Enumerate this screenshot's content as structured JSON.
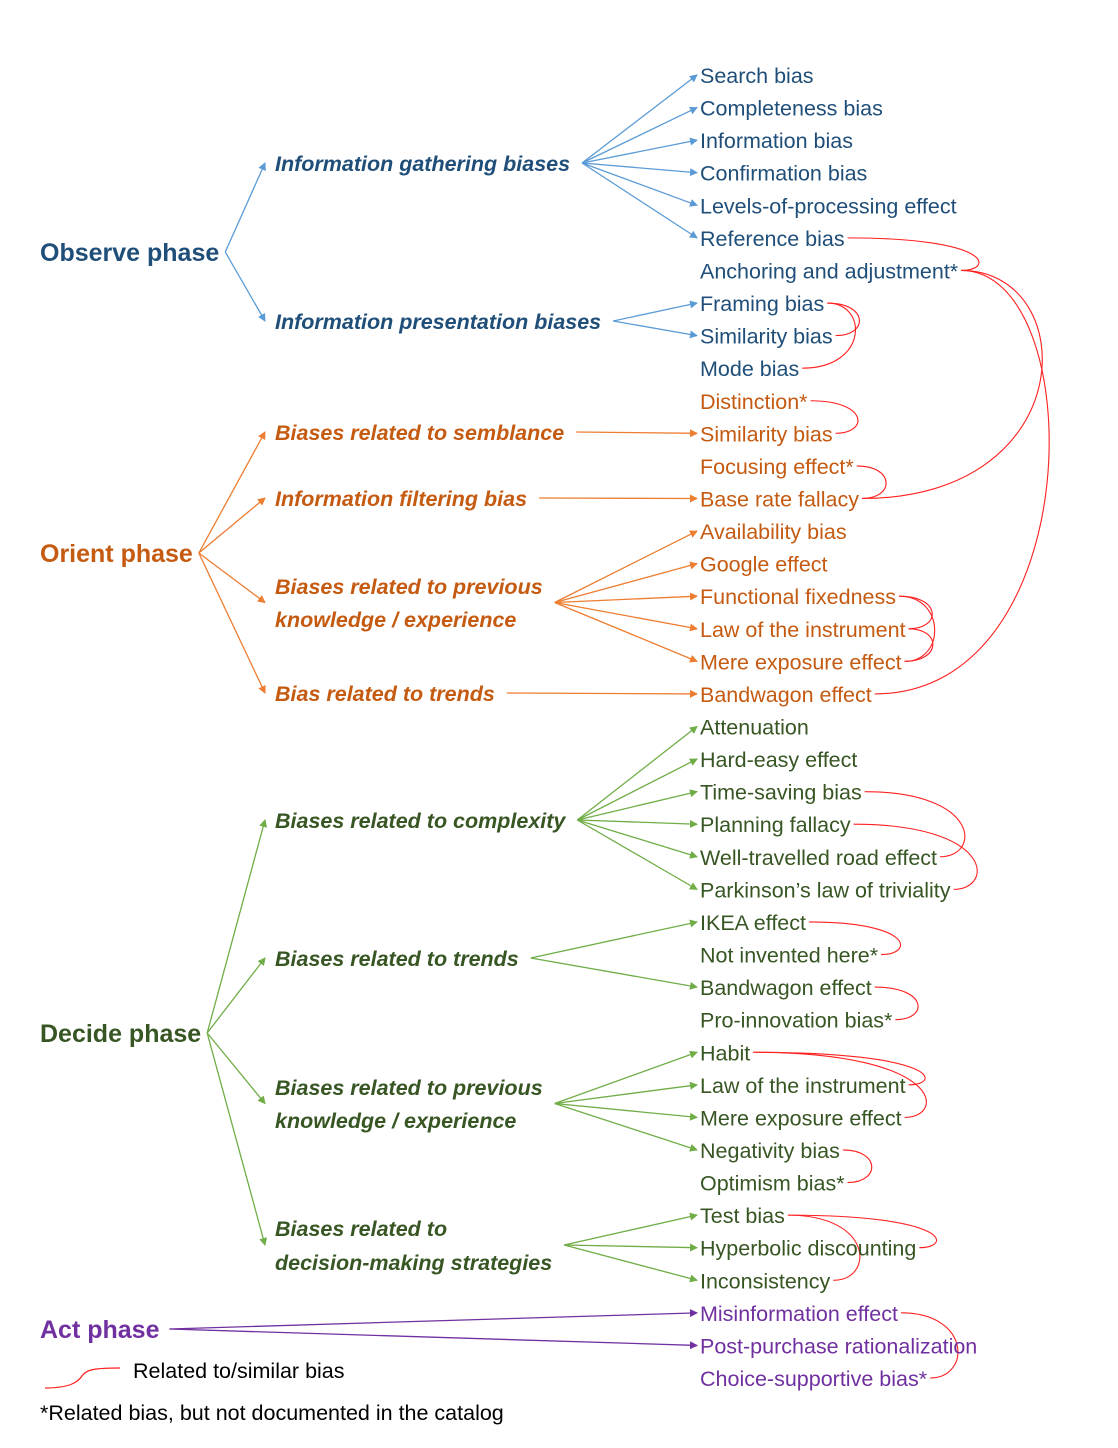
{
  "colors": {
    "relation": "#ff2020"
  },
  "phases": [
    {
      "name": "Observe phase",
      "color": "#1f4e79",
      "arrow_color": "#5b9bd5",
      "categories": [
        {
          "lines": [
            "Information gathering biases"
          ],
          "items": [
            {
              "label": "Search bias",
              "arrow": true
            },
            {
              "label": "Completeness bias",
              "arrow": true
            },
            {
              "label": "Information bias",
              "arrow": true
            },
            {
              "label": "Confirmation bias",
              "arrow": true
            },
            {
              "label": "Levels-of-processing effect",
              "arrow": true
            },
            {
              "label": "Reference bias",
              "arrow": true
            },
            {
              "label": "Anchoring and adjustment*",
              "arrow": false
            }
          ]
        },
        {
          "lines": [
            "Information presentation biases"
          ],
          "items": [
            {
              "label": "Framing bias",
              "arrow": true
            },
            {
              "label": "Similarity bias",
              "arrow": true
            },
            {
              "label": "Mode bias",
              "arrow": false
            }
          ]
        }
      ]
    },
    {
      "name": "Orient phase",
      "color": "#c55a11",
      "arrow_color": "#ed7d31",
      "categories": [
        {
          "lines": [
            "Biases related to semblance"
          ],
          "items": [
            {
              "label": "Distinction*",
              "arrow": false
            },
            {
              "label": "Similarity bias",
              "arrow": true
            }
          ]
        },
        {
          "lines": [
            "Information filtering bias"
          ],
          "items": [
            {
              "label": "Focusing effect*",
              "arrow": false
            },
            {
              "label": "Base rate fallacy",
              "arrow": true
            }
          ]
        },
        {
          "lines": [
            "Biases related to previous",
            " knowledge / experience"
          ],
          "items": [
            {
              "label": "Availability bias",
              "arrow": true
            },
            {
              "label": "Google effect",
              "arrow": true
            },
            {
              "label": "Functional fixedness",
              "arrow": true
            },
            {
              "label": "Law of the instrument",
              "arrow": true
            },
            {
              "label": "Mere exposure effect",
              "arrow": true
            }
          ]
        },
        {
          "lines": [
            "Bias related to trends"
          ],
          "items": [
            {
              "label": "Bandwagon effect",
              "arrow": true
            }
          ]
        }
      ]
    },
    {
      "name": "Decide phase",
      "color": "#375623",
      "arrow_color": "#70ad47",
      "categories": [
        {
          "lines": [
            "Biases related to complexity"
          ],
          "items": [
            {
              "label": "Attenuation",
              "arrow": true
            },
            {
              "label": "Hard-easy effect",
              "arrow": true
            },
            {
              "label": "Time-saving bias",
              "arrow": true
            },
            {
              "label": "Planning fallacy",
              "arrow": true
            },
            {
              "label": "Well-travelled road effect",
              "arrow": true
            },
            {
              "label": "Parkinson’s law of triviality",
              "arrow": true
            }
          ]
        },
        {
          "lines": [
            "Biases related to trends"
          ],
          "items": [
            {
              "label": "IKEA effect",
              "arrow": true
            },
            {
              "label": "Not invented here*",
              "arrow": false
            },
            {
              "label": "Bandwagon effect",
              "arrow": true
            },
            {
              "label": "Pro-innovation bias*",
              "arrow": false
            }
          ]
        },
        {
          "lines": [
            "Biases related to previous",
            "knowledge / experience"
          ],
          "items": [
            {
              "label": "Habit",
              "arrow": true
            },
            {
              "label": "Law of the instrument",
              "arrow": true
            },
            {
              "label": "Mere exposure effect",
              "arrow": true
            },
            {
              "label": "Negativity bias",
              "arrow": true
            },
            {
              "label": "Optimism bias*",
              "arrow": false
            }
          ]
        },
        {
          "lines": [
            "Biases related to",
            "decision-making strategies"
          ],
          "items": [
            {
              "label": "Test bias",
              "arrow": true
            },
            {
              "label": "Hyperbolic discounting",
              "arrow": true
            },
            {
              "label": "Inconsistency",
              "arrow": true
            }
          ]
        }
      ]
    },
    {
      "name": "Act phase",
      "color": "#7030a0",
      "arrow_color": "#7030a0",
      "categories": [
        {
          "lines": [],
          "items": [
            {
              "label": "Misinformation effect",
              "arrow": true
            },
            {
              "label": "Post-purchase rationalization",
              "arrow": true
            },
            {
              "label": "Choice-supportive bias*",
              "arrow": false
            }
          ]
        }
      ]
    }
  ],
  "relations": [
    [
      5,
      6
    ],
    [
      6,
      13
    ],
    [
      6,
      19
    ],
    [
      7,
      8
    ],
    [
      7,
      9
    ],
    [
      10,
      11
    ],
    [
      12,
      13
    ],
    [
      16,
      17
    ],
    [
      16,
      18
    ],
    [
      17,
      18
    ],
    [
      22,
      24
    ],
    [
      23,
      25
    ],
    [
      26,
      27
    ],
    [
      28,
      29
    ],
    [
      30,
      31
    ],
    [
      30,
      32
    ],
    [
      33,
      34
    ],
    [
      35,
      36
    ],
    [
      35,
      37
    ],
    [
      38,
      40
    ]
  ],
  "legend": {
    "related_label": "Related to/similar bias",
    "footnote": "*Related bias, but not documented in the catalog"
  }
}
